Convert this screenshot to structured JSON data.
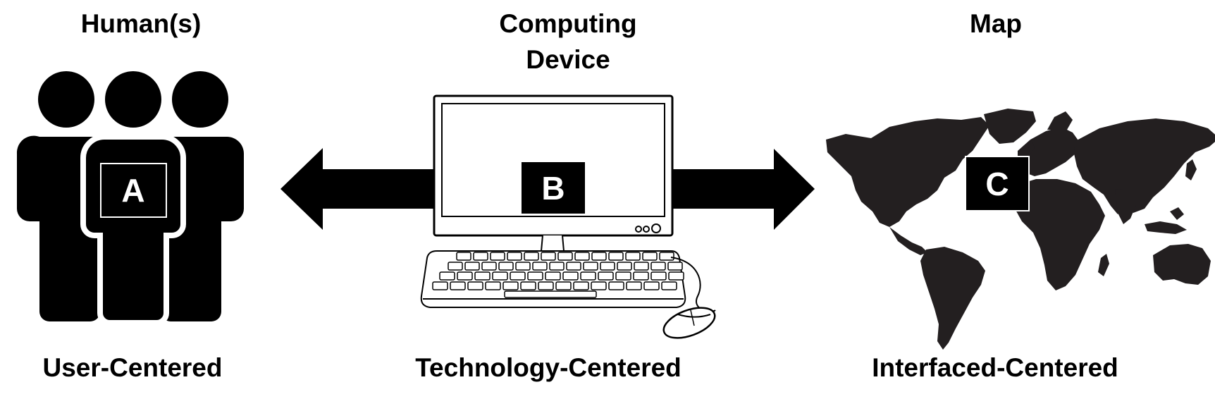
{
  "columns": {
    "users": {
      "title": "Human(s)",
      "badge": "A",
      "caption": "User-Centered"
    },
    "computer": {
      "title_line1": "Computing",
      "title_line2": "Device",
      "badge": "B",
      "caption": "Technology-Centered"
    },
    "map": {
      "title": "Map",
      "badge": "C",
      "caption": "Interfaced-Centered"
    }
  },
  "colors": {
    "ink": "#000000",
    "paper": "#ffffff",
    "map_fill": "#231f20"
  },
  "icons": [
    "people-group-icon",
    "desktop-computer-icon",
    "keyboard-icon",
    "mouse-icon",
    "world-map-icon"
  ]
}
